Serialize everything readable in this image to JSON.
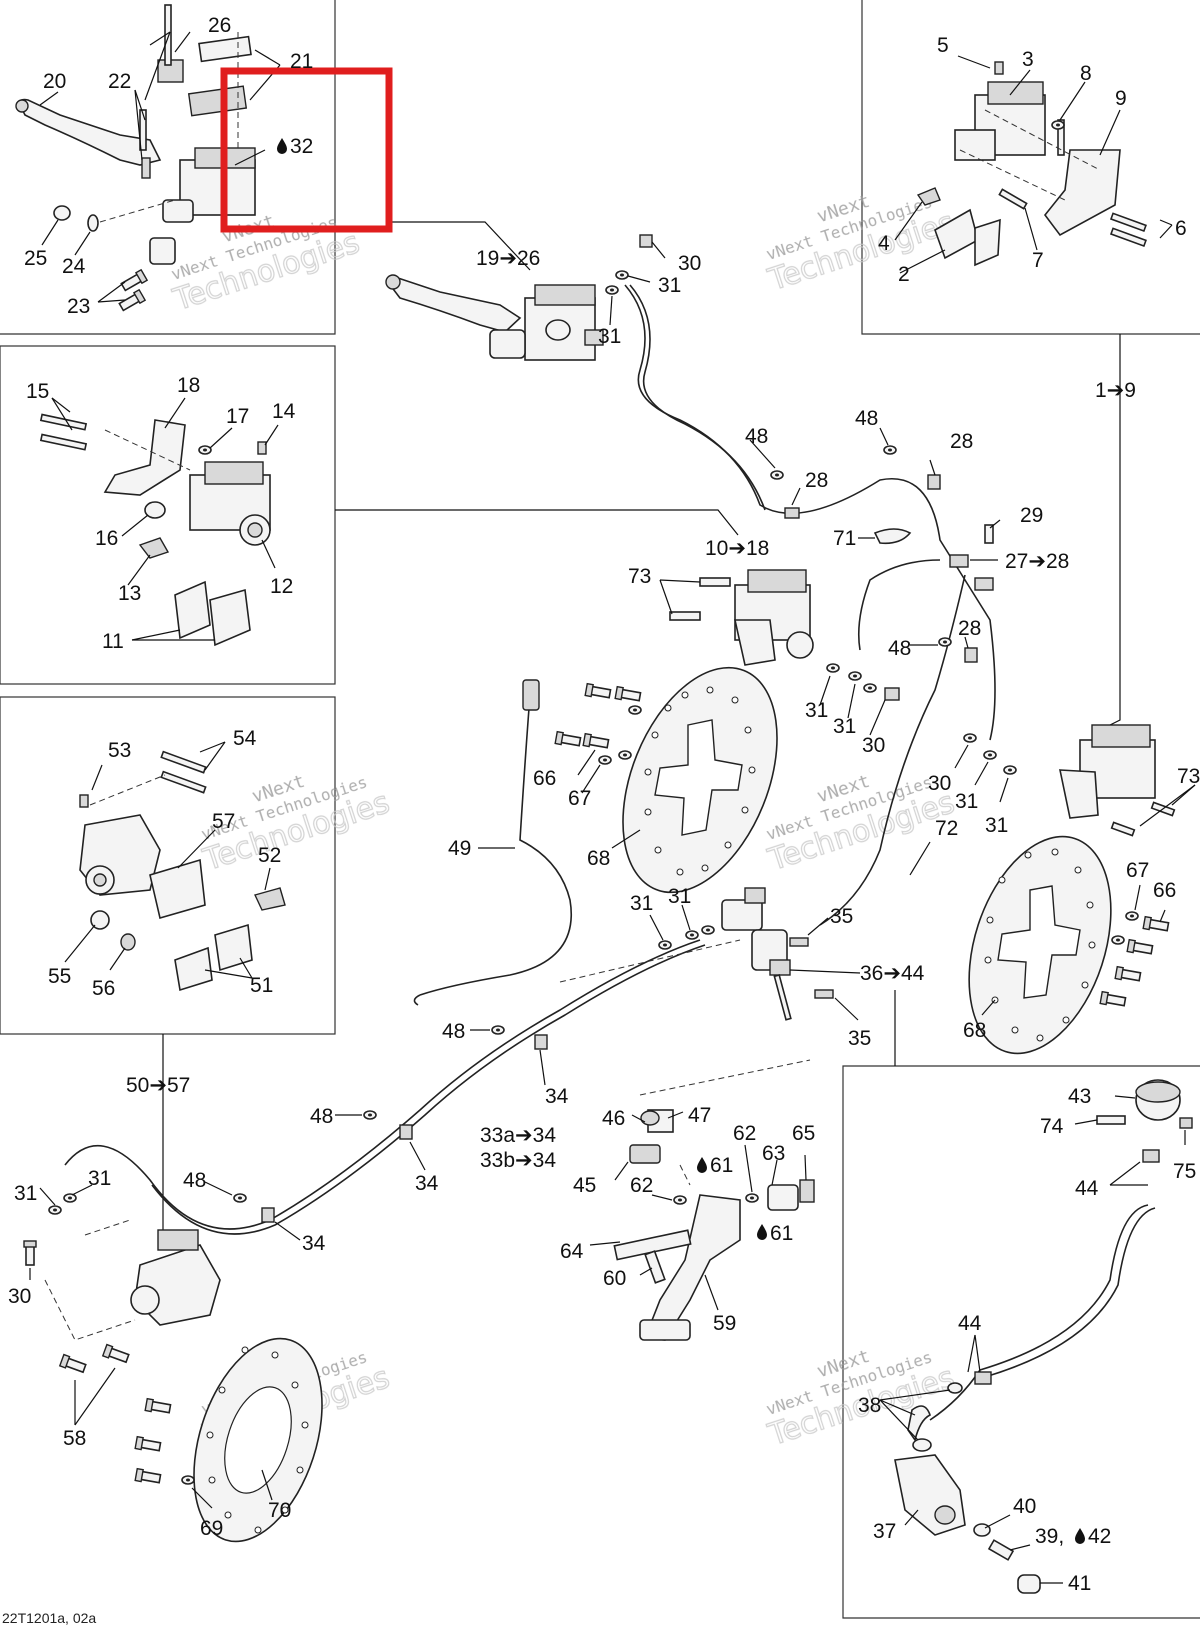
{
  "highlight_color": "#e01e1e",
  "drop_icon": "oil-drop-icon",
  "arrow_icon": "right-arrow-icon",
  "reference": "22T1201a, 02a",
  "watermark": {
    "line1": "vNext",
    "line2": "vNext Technologies",
    "line3": "Technologies"
  },
  "callouts": {
    "c20": "20",
    "c22": "22",
    "c26": "26",
    "c21": "21",
    "c32": "32",
    "c25": "25",
    "c24": "24",
    "c23": "23",
    "c19_26": "19➔26",
    "c30a": "30",
    "c31a": "31",
    "c31b": "31",
    "c5": "5",
    "c3": "3",
    "c8": "8",
    "c9": "9",
    "c4": "4",
    "c2": "2",
    "c7": "7",
    "c6": "6",
    "c1_9": "1➔9",
    "c15": "15",
    "c18": "18",
    "c17": "17",
    "c14": "14",
    "c16": "16",
    "c13": "13",
    "c12": "12",
    "c11": "11",
    "c48a": "48",
    "c28a": "28",
    "c48b": "48",
    "c28b": "28",
    "c71": "71",
    "c29": "29",
    "c27_28": "27➔28",
    "c10_18": "10➔18",
    "c73a": "73",
    "c48c": "48",
    "c28c": "28",
    "c31c": "31",
    "c31d": "31",
    "c30b": "30",
    "c66a": "66",
    "c67a": "67",
    "c68a": "68",
    "c30c": "30",
    "c31e": "31",
    "c31f": "31",
    "c73b": "73",
    "c53": "53",
    "c54": "54",
    "c57": "57",
    "c52": "52",
    "c55": "55",
    "c56": "56",
    "c51": "51",
    "c49": "49",
    "c72": "72",
    "c67b": "67",
    "c66b": "66",
    "c68b": "68",
    "c31g": "31",
    "c31h": "31",
    "c35a": "35",
    "c36_44": "36➔44",
    "c35b": "35",
    "c48d": "48",
    "c34a": "34",
    "c50_57": "50➔57",
    "c48e": "48",
    "c33a_34": "33a➔34",
    "c33b_34": "33b➔34",
    "c34b": "34",
    "c31i": "31",
    "c31j": "31",
    "c48f": "48",
    "c34c": "34",
    "c30d": "30",
    "c46": "46",
    "c47": "47",
    "c45": "45",
    "c61a": "61",
    "c62a": "62",
    "c63": "63",
    "c65": "65",
    "c62b": "62",
    "c61b": "61",
    "c64": "64",
    "c60": "60",
    "c59": "59",
    "c43": "43",
    "c74": "74",
    "c75": "75",
    "c44a": "44",
    "c44b": "44",
    "c38": "38",
    "c40": "40",
    "c37": "37",
    "c39_42": "39,",
    "c42": "42",
    "c41": "41",
    "c58": "58",
    "c69": "69",
    "c70": "70"
  }
}
